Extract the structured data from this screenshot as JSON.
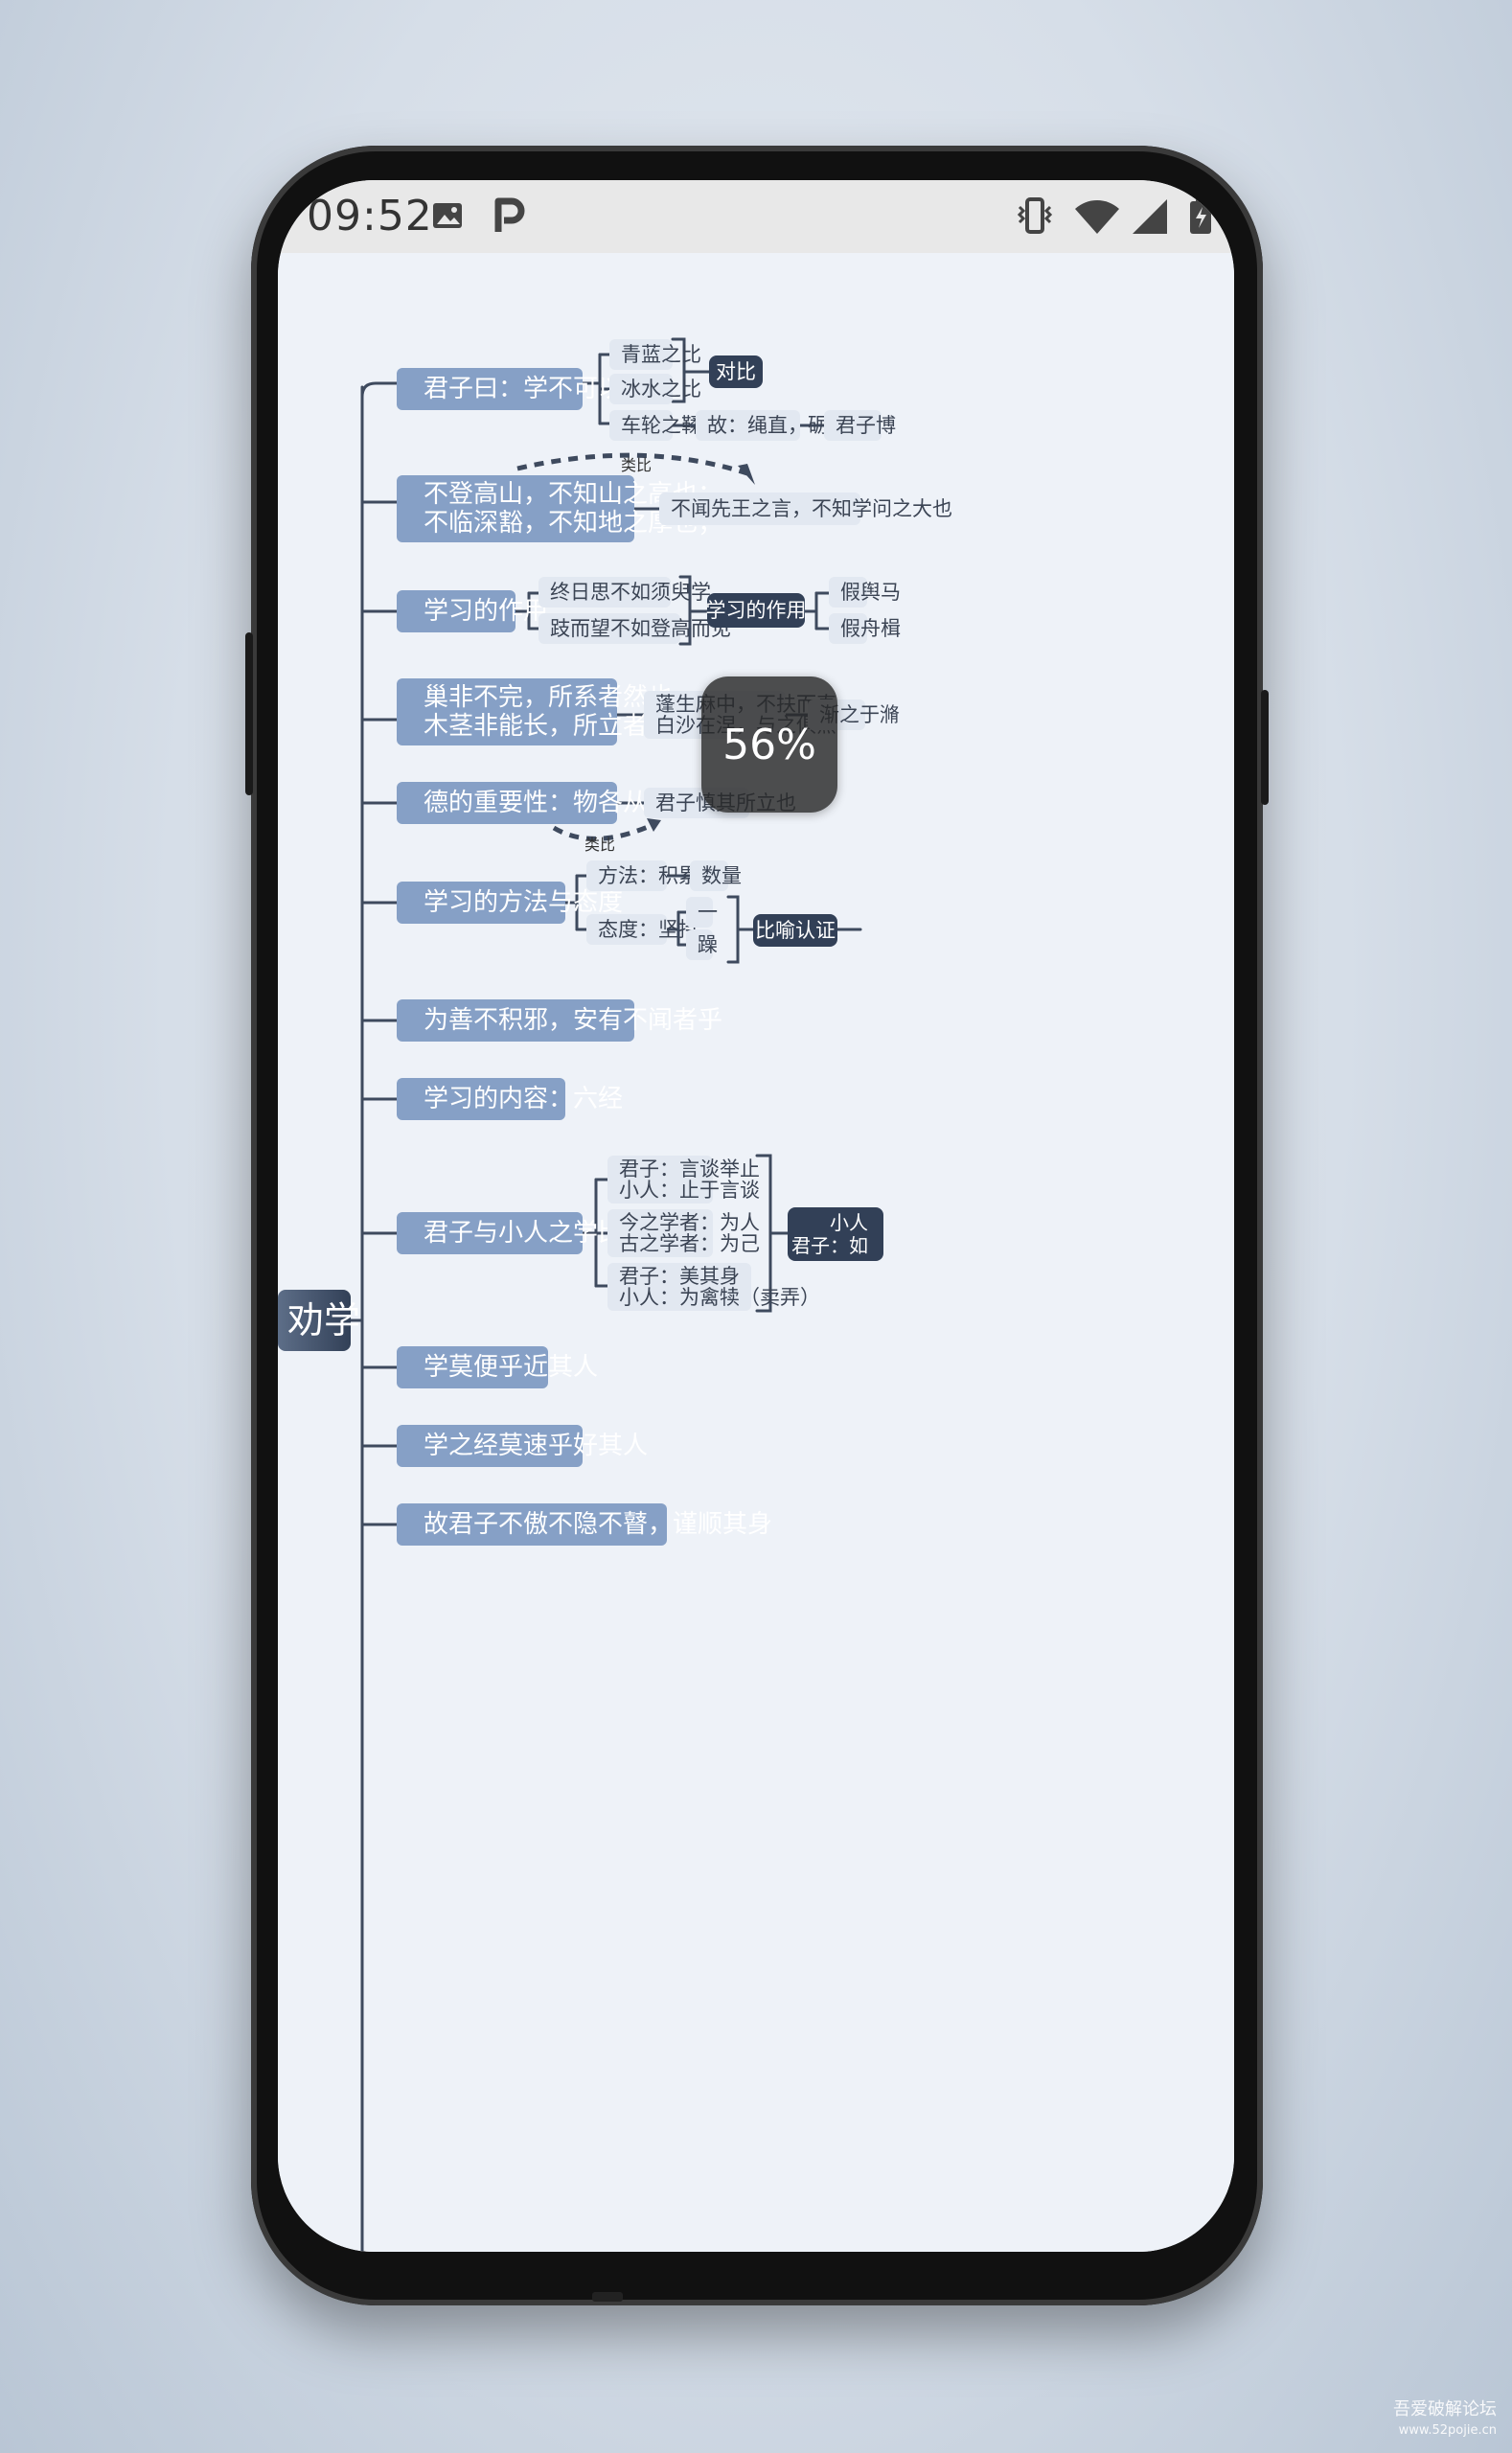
{
  "status_bar": {
    "time": "09:52",
    "icons": [
      "image-icon",
      "p-icon",
      "vibrate-icon",
      "wifi-icon",
      "signal-icon",
      "battery-icon"
    ]
  },
  "zoom": "56%",
  "root": "劝学",
  "main_nodes": {
    "n1": "君子曰：学不可以已",
    "n2_l1": "不登高山，不知山之高也；",
    "n2_l2": "不临深豁，不知地之厚也；",
    "n3": "学习的作用",
    "n4_l1": "巢非不完，所系者然也",
    "n4_l2": "木茎非能长，所立者然也",
    "n5": "德的重要性：物各从其类",
    "n6": "学习的方法与态度",
    "n7": "为善不积邪，安有不闻者乎",
    "n8": "学习的内容：六经",
    "n9": "君子与小人之学比较",
    "n10": "学莫便乎近其人",
    "n11": "学之经莫速乎好其人",
    "n12": "故君子不傲不隐不瞽，谨顺其身"
  },
  "leaves": {
    "qinglan": "青蓝之比",
    "bingshui": "冰水之比",
    "chelun": "车轮之鞣",
    "gu": "故：绳直，砺利",
    "junzi_cut": "君子博",
    "duibi": "对比",
    "leibi_top": "类比",
    "buwen": "不闻先王之言，不知学问之大也",
    "zhongri": "终日思不如须臾学",
    "qiwang": "跂而望不如登高而见",
    "zuoyong": "学习的作用",
    "jia1": "假舆马",
    "jia2": "假舟楫",
    "peng_l1": "蓬生麻中，不扶而直。",
    "peng_l2": "白沙在涅，与之俱黑",
    "jian": "渐之于滫",
    "shenqi": "君子慎其所立也",
    "leibi_bottom": "类比",
    "fangfa": "方法：积累",
    "shuliang": "数量",
    "taidu": "态度：坚持",
    "yi": "一",
    "zao": "躁",
    "biyu": "比喻认证",
    "cmp1_l1": "君子：言谈举止",
    "cmp1_l2": "小人：止于言谈",
    "cmp2_l1": "今之学者：为人",
    "cmp2_l2": "古之学者：为己",
    "cmp3_l1": "君子：美其身",
    "cmp3_l2": "小人：为禽犊（卖弄）",
    "xiaoren_l1": "小人",
    "xiaoren_l2": "君子：如"
  },
  "watermark": {
    "line1": "吾爱破解论坛",
    "line2": "www.52pojie.cn"
  }
}
